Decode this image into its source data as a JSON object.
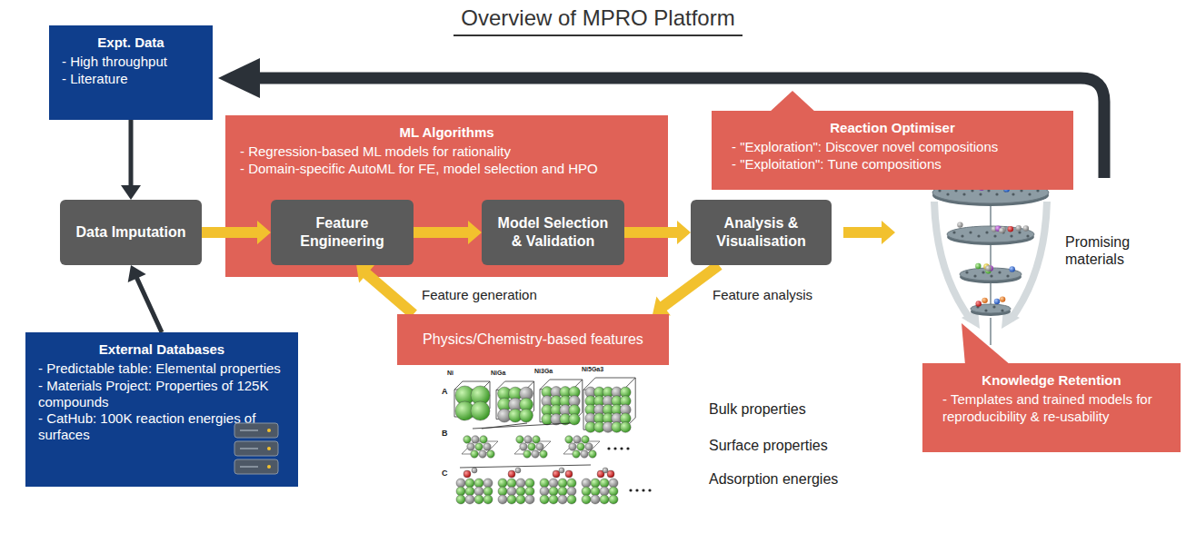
{
  "diagram": {
    "title": "Overview of MPRO Platform",
    "nodes": [
      {
        "text": [
          "Expt. Data",
          "- High throughput",
          "- Literature"
        ]
      },
      {
        "text": [
          "ML Algorithms",
          "- Regression-based ML models for rationality",
          "- Domain-specific AutoML for FE, model selection and HPO"
        ]
      },
      {
        "text": [
          "Feature Engineering"
        ],
        "in": 1
      },
      {
        "text": [
          "Model Selection & Validation"
        ],
        "in": 1
      },
      {
        "text": [
          "Data Imputation"
        ]
      },
      {
        "text": [
          "Analysis & Visualisation"
        ]
      },
      {
        "text": [
          "Reaction Optimiser",
          "- \"Exploration\": Discover novel compositions",
          "- \"Exploitation\": Tune compositions"
        ]
      },
      {
        "text": [
          "External Databases",
          "- Predictable table: Elemental properties",
          "- Materials Project: Properties of 125K compounds",
          "- CatHub: 100K reaction energies of surfaces"
        ]
      },
      {
        "text": [
          "Physics/Chemistry-based features"
        ]
      },
      {
        "text": [
          "Knowledge Retention",
          "- Templates and trained models for reproducibility & re-usability"
        ]
      }
    ],
    "edges": [
      {
        "from": 0,
        "to": 4,
        "arrow": "to"
      },
      {
        "from": 7,
        "to": 4,
        "arrow": "to"
      },
      {
        "from": 4,
        "to": 2,
        "arrow": "to"
      },
      {
        "from": 2,
        "to": 3,
        "arrow": "to"
      },
      {
        "from": 3,
        "to": 5,
        "arrow": "to"
      },
      {
        "from": 5,
        "to": 8,
        "label": "Feature analysis",
        "arrow": "to"
      },
      {
        "from": 8,
        "to": 2,
        "label": "Feature generation",
        "arrow": "to"
      }
    ],
    "labels": [
      "Promising materials",
      "Ni",
      "NiGa",
      "Ni3Ga",
      "Ni5Ga3",
      "A",
      "B",
      "C",
      "Bulk properties",
      "Surface properties",
      "Adsorption energies"
    ]
  }
}
